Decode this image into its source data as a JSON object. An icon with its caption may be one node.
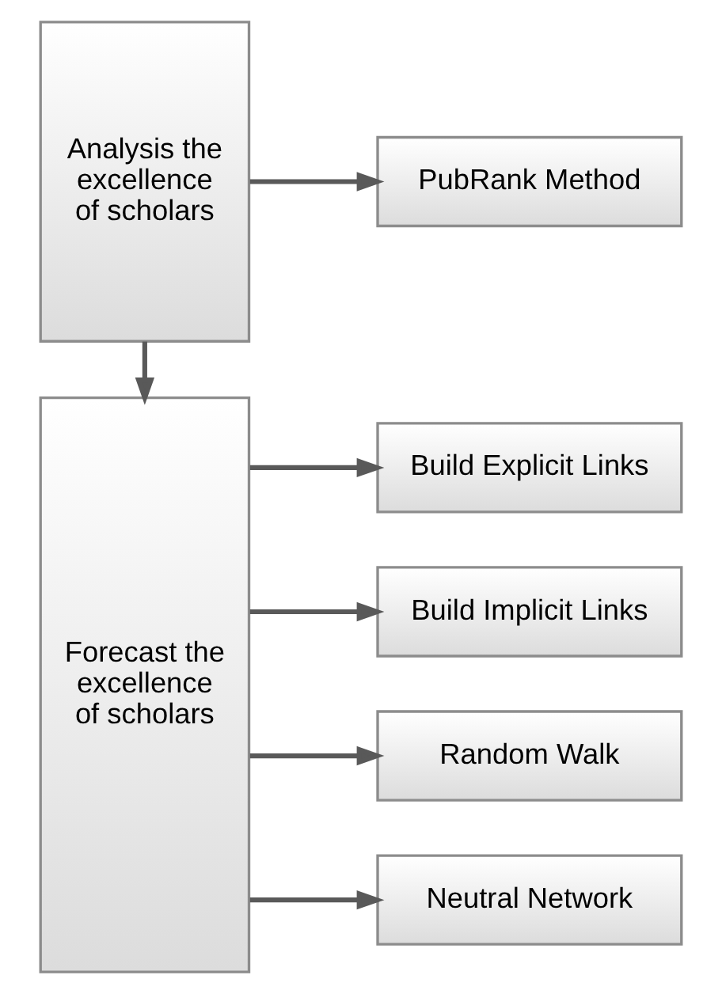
{
  "diagram": {
    "nodes": [
      {
        "text": [
          "Analysis the excellence of scholars"
        ]
      },
      {
        "text": [
          "PubRank Method"
        ]
      },
      {
        "text": [
          "Forecast the excellence of scholars"
        ]
      },
      {
        "text": [
          "Build Explicit Links"
        ]
      },
      {
        "text": [
          "Build Implicit Links"
        ]
      },
      {
        "text": [
          "Random Walk"
        ]
      },
      {
        "text": [
          "Neutral Network"
        ]
      }
    ],
    "edges": [
      {
        "from": 0,
        "to": 1,
        "arrow": "to"
      },
      {
        "from": 0,
        "to": 2,
        "arrow": "to"
      },
      {
        "from": 2,
        "to": 3,
        "arrow": "to"
      },
      {
        "from": 2,
        "to": 4,
        "arrow": "to"
      },
      {
        "from": 2,
        "to": 5,
        "arrow": "to"
      },
      {
        "from": 2,
        "to": 6,
        "arrow": "to"
      }
    ]
  }
}
